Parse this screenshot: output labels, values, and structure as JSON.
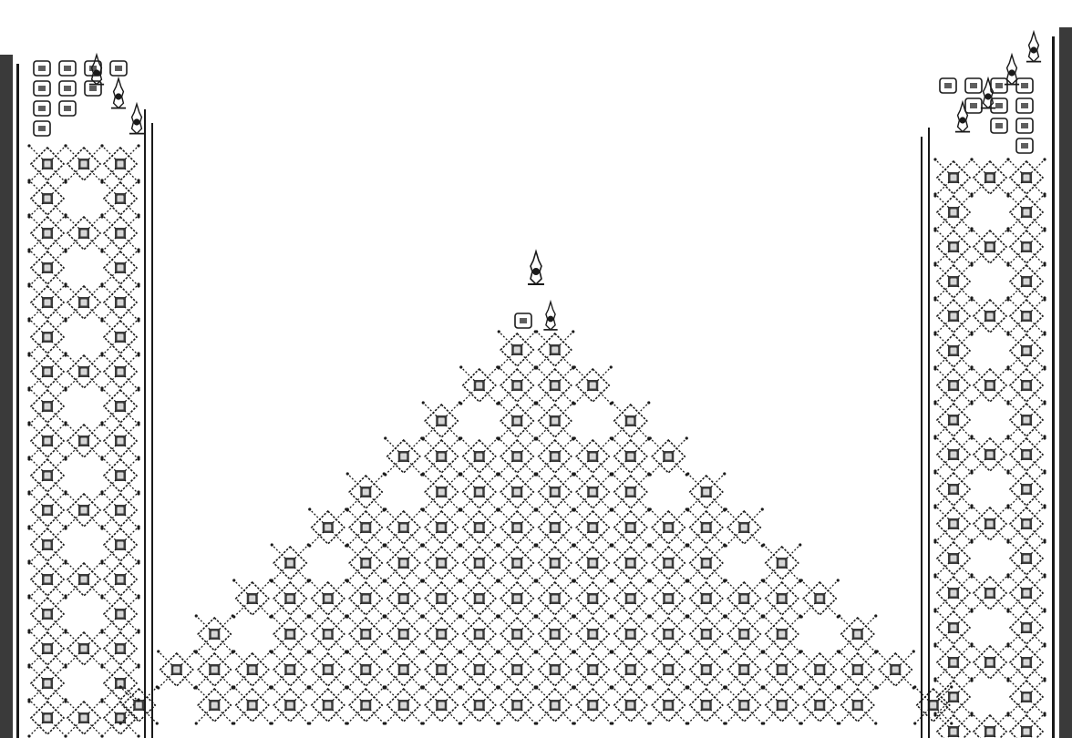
{
  "ornament": {
    "ink_color": "#1a1a1a",
    "paper_color": "#ffffff",
    "border_color": "#3a3a3a",
    "motif": "lattice-star-icon",
    "finial": "finial-icon",
    "central_triangle": {
      "rows": 11,
      "filled_pattern": "checker-with-hollow-outer-diagonals"
    },
    "side_panels": {
      "count": 2,
      "columns": 3,
      "rows": 17,
      "pattern": "alternating-full-and-corners-only"
    }
  }
}
